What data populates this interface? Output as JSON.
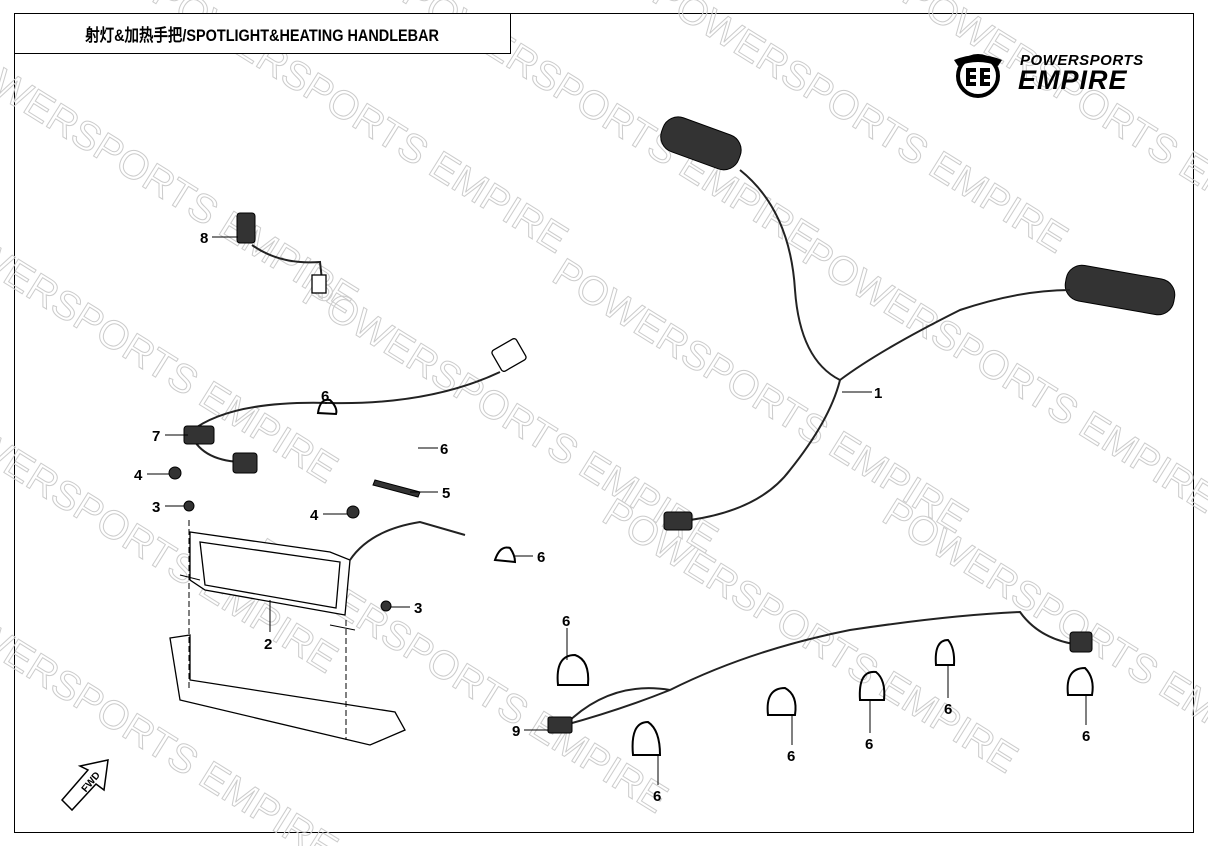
{
  "title": "射灯&加热手把/SPOTLIGHT&HEATING HANDLEBAR",
  "logo": {
    "line1": "POWERSPORTS",
    "line2": "EMPIRE"
  },
  "watermark": "POWERSPORTS EMPIRE",
  "fwd_label": "FWD",
  "callouts": {
    "c1": "1",
    "c2": "2",
    "c3a": "3",
    "c3b": "3",
    "c4a": "4",
    "c4b": "4",
    "c5": "5",
    "c6a": "6",
    "c6b": "6",
    "c6c": "6",
    "c6d": "6",
    "c6e": "6",
    "c6f": "6",
    "c6g": "6",
    "c6h": "6",
    "c6i": "6",
    "c7": "7",
    "c8": "8",
    "c9": "9"
  }
}
